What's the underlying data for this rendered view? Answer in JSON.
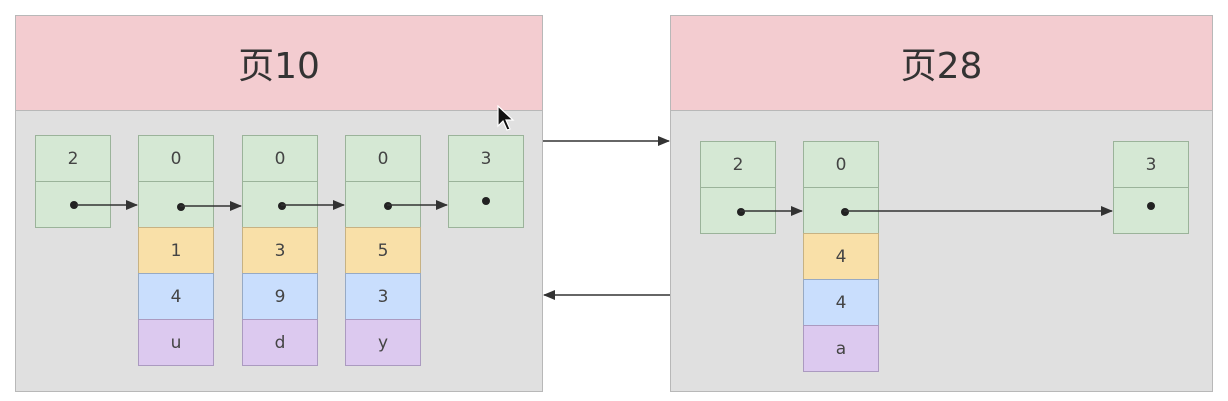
{
  "pages": [
    {
      "title": "页10",
      "records": [
        {
          "header": "2",
          "fields": []
        },
        {
          "header": "0",
          "fields": [
            "1",
            "4",
            "u"
          ]
        },
        {
          "header": "0",
          "fields": [
            "3",
            "9",
            "d"
          ]
        },
        {
          "header": "0",
          "fields": [
            "5",
            "3",
            "y"
          ]
        },
        {
          "header": "3",
          "fields": []
        }
      ]
    },
    {
      "title": "页28",
      "records": [
        {
          "header": "2",
          "fields": []
        },
        {
          "header": "0",
          "fields": [
            "4",
            "4",
            "a"
          ]
        },
        {
          "header": "3",
          "fields": []
        }
      ]
    }
  ],
  "colors": {
    "header": "#f3ccd0",
    "body": "#e0e0e0",
    "record": "#d5e8d4",
    "field1": "#f9e0a8",
    "field2": "#c9defd",
    "field3": "#dcc9ef"
  }
}
